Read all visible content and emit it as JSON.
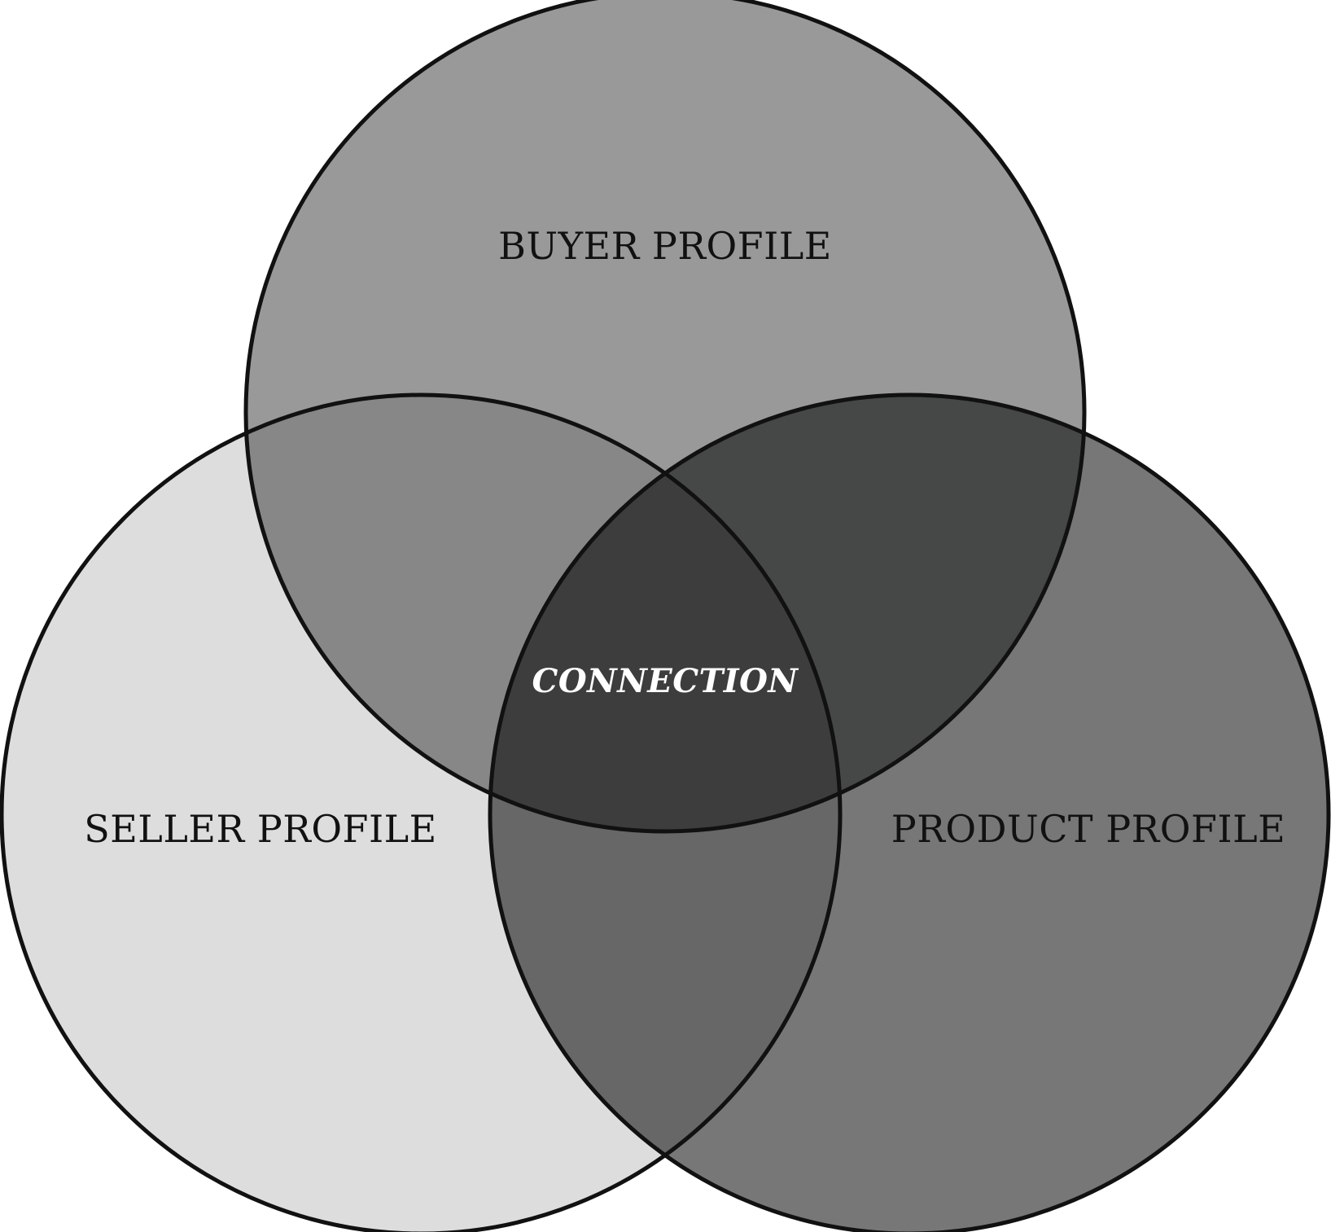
{
  "diagram": {
    "type": "venn-3",
    "sets": [
      {
        "id": "buyer",
        "label": "BUYER PROFILE",
        "color": "#999999"
      },
      {
        "id": "seller",
        "label": "SELLER PROFILE",
        "color": "#dddddd"
      },
      {
        "id": "product",
        "label": "PRODUCT PROFILE",
        "color": "#777777"
      }
    ],
    "intersections": {
      "buyer_seller": "#878787",
      "buyer_product": "#464747",
      "seller_product": "#666766",
      "all": {
        "label": "CONNECTION",
        "color": "#3d3d3d",
        "label_color": "#ffffff"
      }
    },
    "outline_color": "#111111",
    "background": "#ffffff"
  }
}
